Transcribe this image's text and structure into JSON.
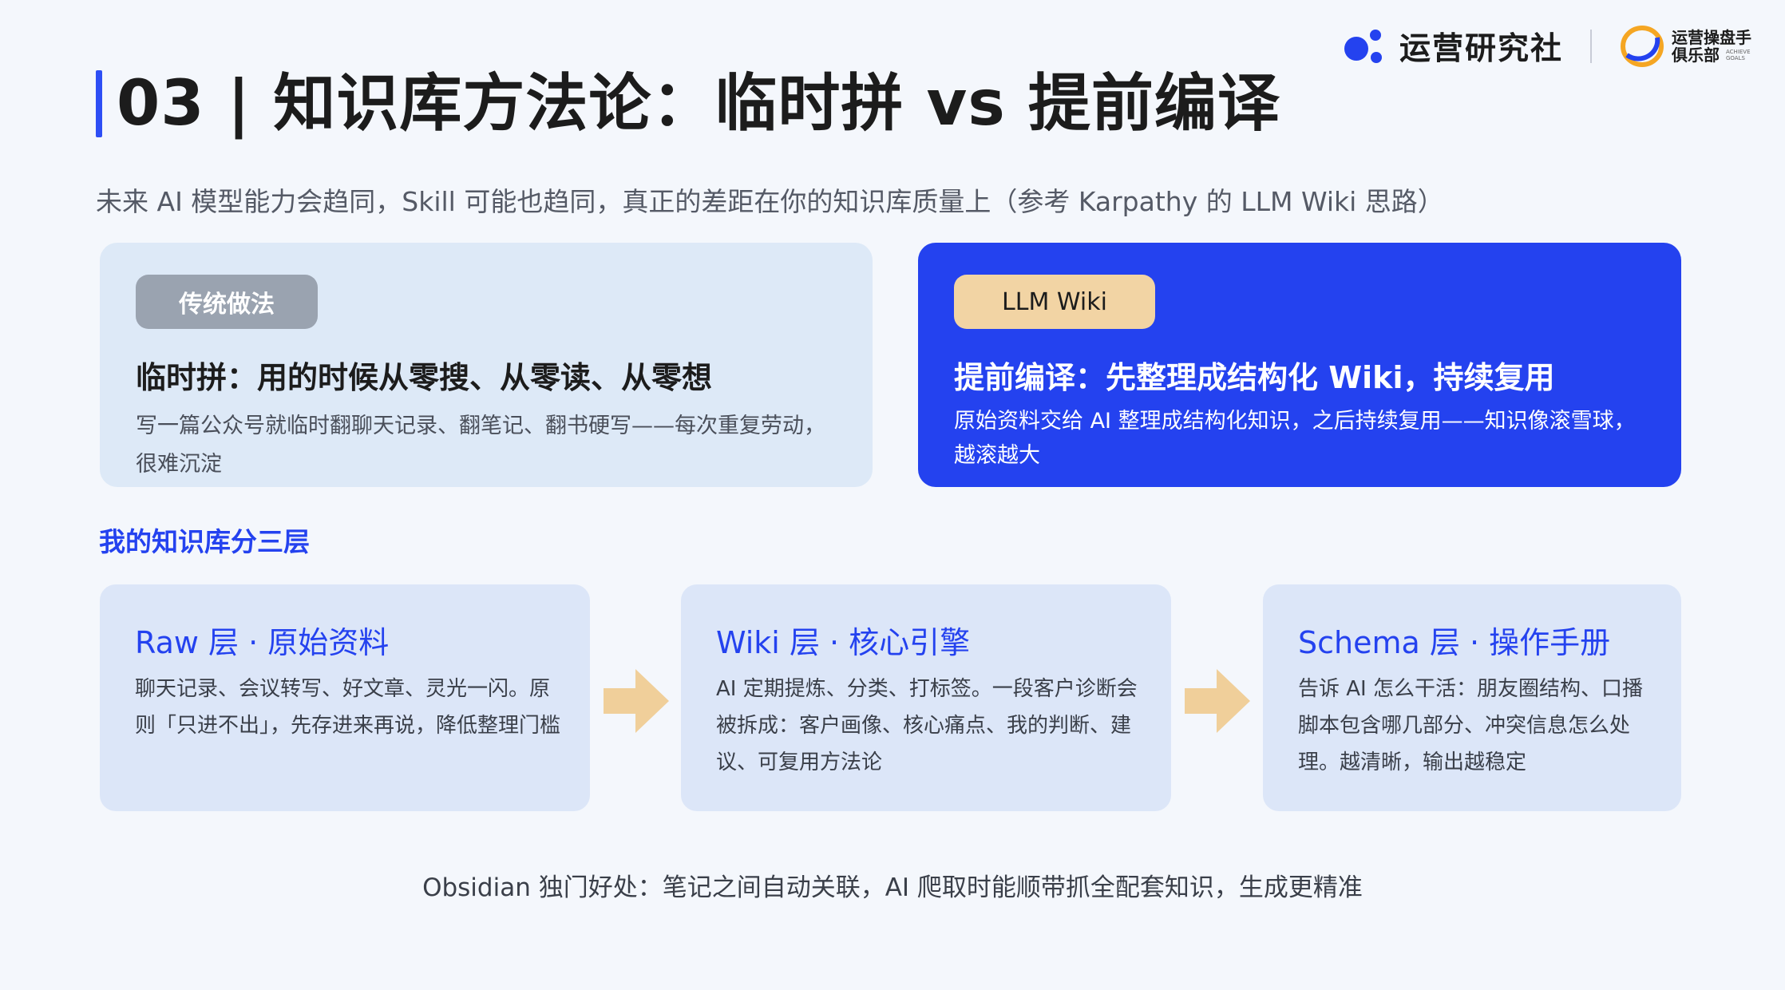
{
  "brand": {
    "name1": "运营研究社",
    "name2_line1": "运营操盘手",
    "name2_line2": "俱乐部",
    "name2_sub_line1": "ACHIEVE",
    "name2_sub_line2": "GOALS",
    "accent_color": "#2442ef",
    "logo2_color": "#f5a623"
  },
  "title": "03 | 知识库方法论：临时拼 vs 提前编译",
  "subtitle": "未来 AI 模型能力会趋同，Skill 可能也趋同，真正的差距在你的知识库质量上（参考 Karpathy 的 LLM Wiki 思路）",
  "traditional": {
    "tag": "传统做法",
    "heading": "临时拼：用的时候从零搜、从零读、从零想",
    "body": "写一篇公众号就临时翻聊天记录、翻笔记、翻书硬写——每次重复劳动，很难沉淀"
  },
  "llm_wiki": {
    "tag": "LLM Wiki",
    "heading": "提前编译：先整理成结构化 Wiki，持续复用",
    "body": "原始资料交给 AI 整理成结构化知识，之后持续复用——知识像滚雪球，越滚越大"
  },
  "layers_label": "我的知识库分三层",
  "layers": [
    {
      "title": "Raw 层 · 原始资料",
      "body": "聊天记录、会议转写、好文章、灵光一闪。原则「只进不出」，先存进来再说，降低整理门槛"
    },
    {
      "title": "Wiki 层 · 核心引擎",
      "body": "AI 定期提炼、分类、打标签。一段客户诊断会被拆成：客户画像、核心痛点、我的判断、建议、可复用方法论"
    },
    {
      "title": "Schema 层 · 操作手册",
      "body": "告诉 AI 怎么干活：朋友圈结构、口播脚本包含哪几部分、冲突信息怎么处理。越清晰，输出越稳定"
    }
  ],
  "footer": "Obsidian 独门好处：笔记之间自动关联，AI 爬取时能顺带抓全配套知识，生成更精准"
}
